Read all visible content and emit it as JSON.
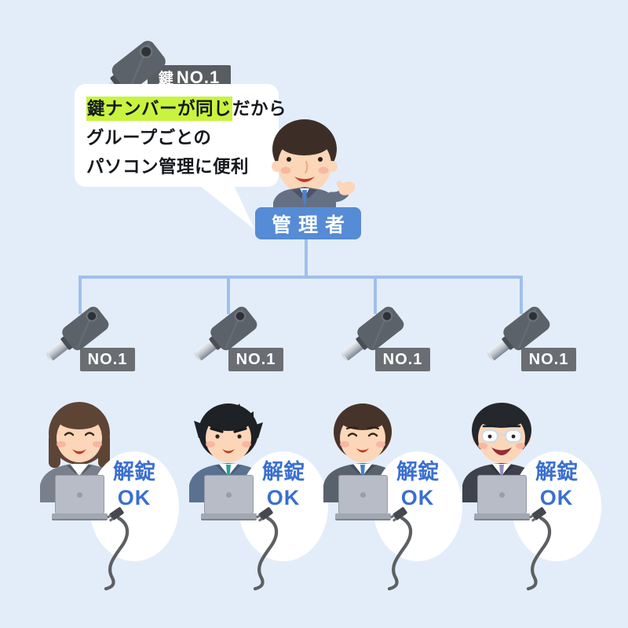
{
  "colors": {
    "background": "#e3edfa",
    "speech_bubble_bg": "#ffffff",
    "highlight_green": "#c8f43f",
    "top_tag_gray": "#585d62",
    "key_tag_gray": "#6a6e73",
    "manager_box_blue": "#568bd5",
    "tree_line_blue": "#9fc0ec",
    "unlock_text_blue": "#3a6fd0"
  },
  "top_key": {
    "tag_kanji": "鍵",
    "tag_no": "NO.1"
  },
  "speech_bubble": {
    "line1_highlight": "鍵ナンバーが同じ",
    "line1_rest": "だから",
    "line2": "グループごとの",
    "line3": "パソコン管理に便利"
  },
  "manager": {
    "label": "管理者"
  },
  "keys": [
    {
      "tag": "NO.1"
    },
    {
      "tag": "NO.1"
    },
    {
      "tag": "NO.1"
    },
    {
      "tag": "NO.1"
    }
  ],
  "workers": [
    {
      "type": "female-employee",
      "bubble": {
        "line1": "解錠",
        "line2": "OK"
      }
    },
    {
      "type": "male-employee",
      "bubble": {
        "line1": "解錠",
        "line2": "OK"
      }
    },
    {
      "type": "male-employee",
      "bubble": {
        "line1": "解錠",
        "line2": "OK"
      }
    },
    {
      "type": "male-employee-glasses",
      "bubble": {
        "line1": "解錠",
        "line2": "OK"
      }
    }
  ]
}
